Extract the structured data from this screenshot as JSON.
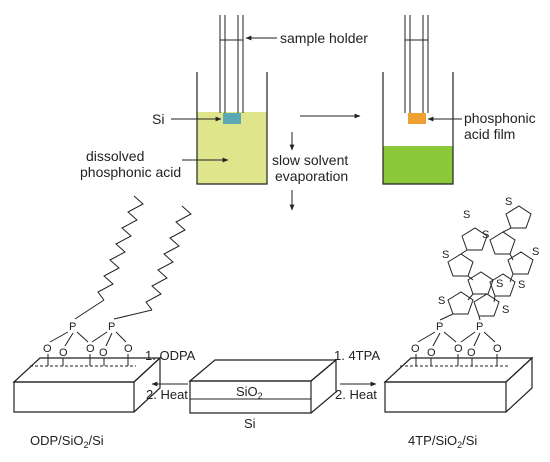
{
  "labels": {
    "sample_holder": "sample holder",
    "si": "Si",
    "dissolved_1": "dissolved",
    "dissolved_2": "phosphonic acid",
    "slow_1": "slow solvent",
    "slow_2": "evaporation",
    "film_1": "phosphonic",
    "film_2": "acid film",
    "step_left_1": "1. ODPA",
    "step_left_2": "2. Heat",
    "step_right_1": "1. 4TPA",
    "step_right_2": "2. Heat",
    "center_top_main": "SiO",
    "center_top_sub": "2",
    "center_bottom": "Si",
    "caption_left_a": "ODP/SiO",
    "caption_left_sub": "2",
    "caption_left_b": "/Si",
    "caption_right_a": "4TP/SiO",
    "caption_right_sub": "2",
    "caption_right_b": "/Si"
  },
  "atoms": {
    "P": "P",
    "O": "O",
    "S": "S"
  },
  "colors": {
    "solution_yellow": "#dfe58a",
    "solution_green": "#8bc83a",
    "si_chip": "#5aa9b5",
    "film_orange": "#f0a030",
    "line": "#222222"
  }
}
